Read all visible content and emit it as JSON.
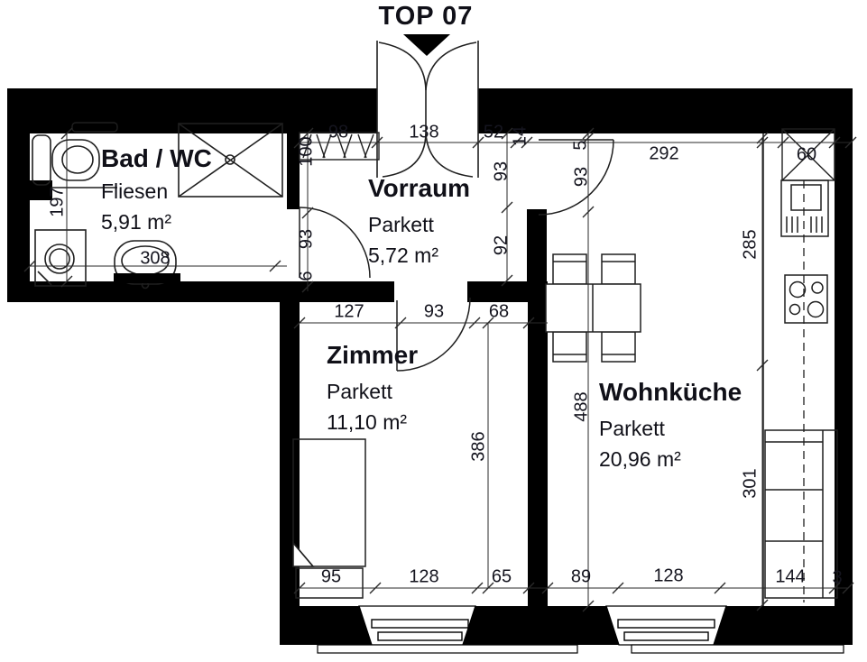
{
  "title": "TOP 07",
  "rooms": [
    {
      "name": "Bad / WC",
      "floor": "Fliesen",
      "area": "5,91 m²"
    },
    {
      "name": "Vorraum",
      "floor": "Parkett",
      "area": "5,72 m²"
    },
    {
      "name": "Zimmer",
      "floor": "Parkett",
      "area": "11,10 m²"
    },
    {
      "name": "Wohnküche",
      "floor": "Parkett",
      "area": "20,96 m²"
    }
  ],
  "dimensions_cm": {
    "top_wardrobe": "98",
    "top_entrance": "138",
    "top_right": "52",
    "top_niche": "14",
    "vorraum_left_upper": "100",
    "vorraum_left_door": "93",
    "vorraum_left_jamb": "6",
    "bad_depth": "197",
    "bad_width": "308",
    "vorraum_right_upper": "93",
    "vorraum_right_lower": "92",
    "wohnkueche_jamb": "5",
    "wohnkueche_door": "93",
    "wohnkueche_top": "292",
    "shaft_width": "60",
    "kitchen_length": "285",
    "zimmer_top_left": "127",
    "zimmer_top_door": "93",
    "zimmer_top_right": "68",
    "zimmer_depth": "386",
    "wohnkueche_depth": "488",
    "sofa_length": "301",
    "bottom_bed": "95",
    "zimmer_window": "128",
    "bottom_65": "65",
    "bottom_89": "89",
    "wohnkueche_window": "128",
    "bottom_sofa": "144",
    "bottom_edge": "3"
  },
  "fixtures": [
    "entrance-double-door",
    "entrance-arrow",
    "wardrobe",
    "toilet",
    "shower",
    "washing-machine",
    "washbasin",
    "radiator",
    "interior-door",
    "dining-table",
    "chair",
    "shaft",
    "kitchen-sink",
    "stove",
    "sofa",
    "bed",
    "window"
  ],
  "colors": {
    "wall": "#000000",
    "line": "#1f1f1f",
    "text": "#15151f",
    "background": "#ffffff"
  }
}
